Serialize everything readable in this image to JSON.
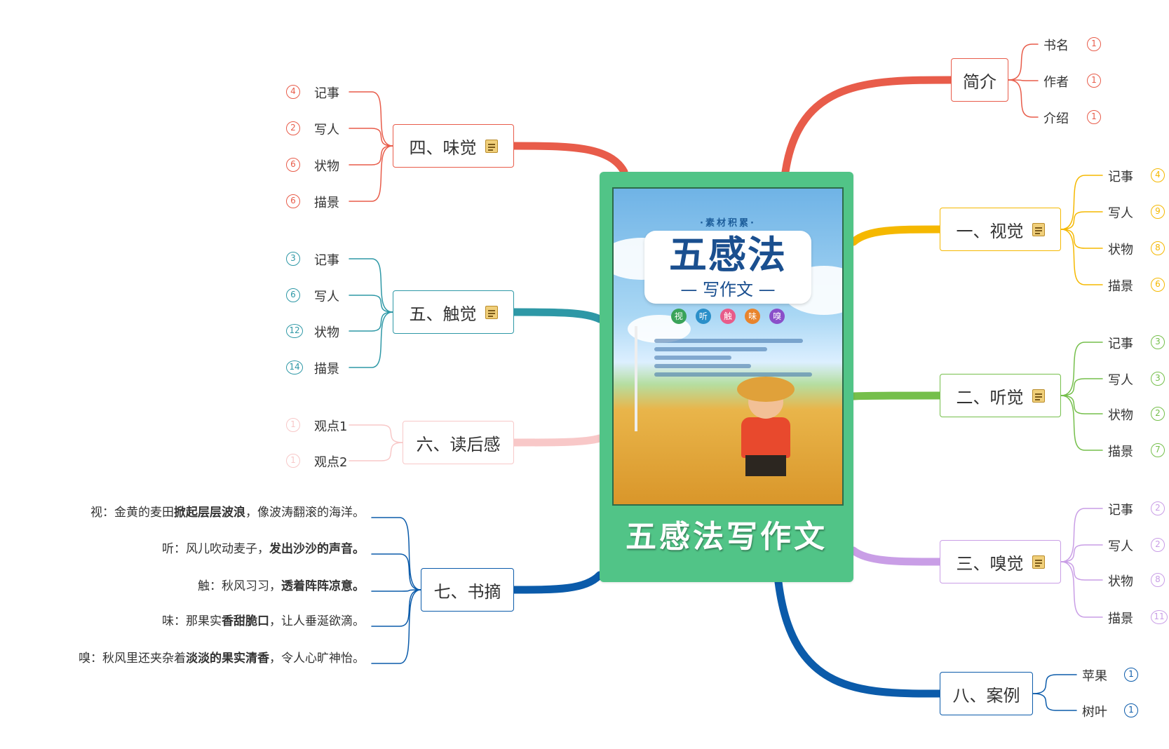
{
  "center": {
    "label": "五感法写作文"
  },
  "cover": {
    "pretitle": "·素材积累·",
    "title": "五感法",
    "subtitle": "— 写作文 —",
    "senses": [
      "视",
      "听",
      "触",
      "味",
      "嗅"
    ]
  },
  "branches": {
    "intro": {
      "label": "简介",
      "color": "#e85c4a",
      "leaves": [
        {
          "label": "书名",
          "count": "1"
        },
        {
          "label": "作者",
          "count": "1"
        },
        {
          "label": "介绍",
          "count": "1"
        }
      ]
    },
    "sight": {
      "label": "一、视觉",
      "color": "#f5b800",
      "leaves": [
        {
          "label": "记事",
          "count": "4"
        },
        {
          "label": "写人",
          "count": "9"
        },
        {
          "label": "状物",
          "count": "8"
        },
        {
          "label": "描景",
          "count": "6"
        }
      ]
    },
    "hearing": {
      "label": "二、听觉",
      "color": "#75bf4b",
      "leaves": [
        {
          "label": "记事",
          "count": "3"
        },
        {
          "label": "写人",
          "count": "3"
        },
        {
          "label": "状物",
          "count": "2"
        },
        {
          "label": "描景",
          "count": "7"
        }
      ]
    },
    "smell": {
      "label": "三、嗅觉",
      "color": "#c99ee6",
      "leaves": [
        {
          "label": "记事",
          "count": "2"
        },
        {
          "label": "写人",
          "count": "2"
        },
        {
          "label": "状物",
          "count": "8"
        },
        {
          "label": "描景",
          "count": "11"
        }
      ]
    },
    "cases": {
      "label": "八、案例",
      "color": "#0b5baa",
      "leaves": [
        {
          "label": "苹果",
          "count": "1"
        },
        {
          "label": "树叶",
          "count": "1"
        }
      ]
    },
    "taste": {
      "label": "四、味觉",
      "color": "#e85c4a",
      "leaves": [
        {
          "label": "记事",
          "count": "4"
        },
        {
          "label": "写人",
          "count": "2"
        },
        {
          "label": "状物",
          "count": "6"
        },
        {
          "label": "描景",
          "count": "6"
        }
      ]
    },
    "touch": {
      "label": "五、触觉",
      "color": "#2e98a6",
      "leaves": [
        {
          "label": "记事",
          "count": "3"
        },
        {
          "label": "写人",
          "count": "6"
        },
        {
          "label": "状物",
          "count": "12"
        },
        {
          "label": "描景",
          "count": "14"
        }
      ]
    },
    "review": {
      "label": "六、读后感",
      "color": "#f8c8c8",
      "leaves": [
        {
          "label": "观点1",
          "count": "1"
        },
        {
          "label": "观点2",
          "count": "1"
        }
      ]
    },
    "excerpt": {
      "label": "七、书摘",
      "color": "#0b5baa",
      "quotes": [
        {
          "pre": "视：金黄的麦田",
          "bold": "掀起层层波浪",
          "post": "，像波涛翻滚的海洋。"
        },
        {
          "pre": "听：风儿吹动麦子，",
          "bold": "发出沙沙的声音。",
          "post": ""
        },
        {
          "pre": "触：秋风习习，",
          "bold": "透着阵阵凉意。",
          "post": ""
        },
        {
          "pre": "味：那果实",
          "bold": "香甜脆口",
          "post": "，让人垂涎欲滴。"
        },
        {
          "pre": "嗅：秋风里还夹杂着",
          "bold": "淡淡的果实清香",
          "post": "，令人心旷神怡。"
        }
      ]
    }
  }
}
